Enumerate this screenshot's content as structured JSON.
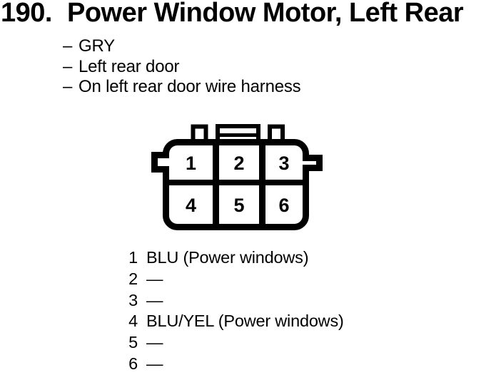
{
  "header": {
    "number": "190.",
    "title": "Power Window Motor, Left Rear"
  },
  "notes": {
    "bullet": "–",
    "items": [
      "GRY",
      "Left rear door",
      "On left rear door wire harness"
    ]
  },
  "connector": {
    "description": "6-cavity connector, front view",
    "pins": [
      "1",
      "2",
      "3",
      "4",
      "5",
      "6"
    ]
  },
  "legend": {
    "rows": [
      {
        "pin": "1",
        "value": "BLU (Power windows)"
      },
      {
        "pin": "2",
        "value": "—"
      },
      {
        "pin": "3",
        "value": "—"
      },
      {
        "pin": "4",
        "value": "BLU/YEL (Power windows)"
      },
      {
        "pin": "5",
        "value": "—"
      },
      {
        "pin": "6",
        "value": "—"
      }
    ]
  },
  "colors": {
    "ink": "#000000",
    "paper": "#ffffff"
  }
}
